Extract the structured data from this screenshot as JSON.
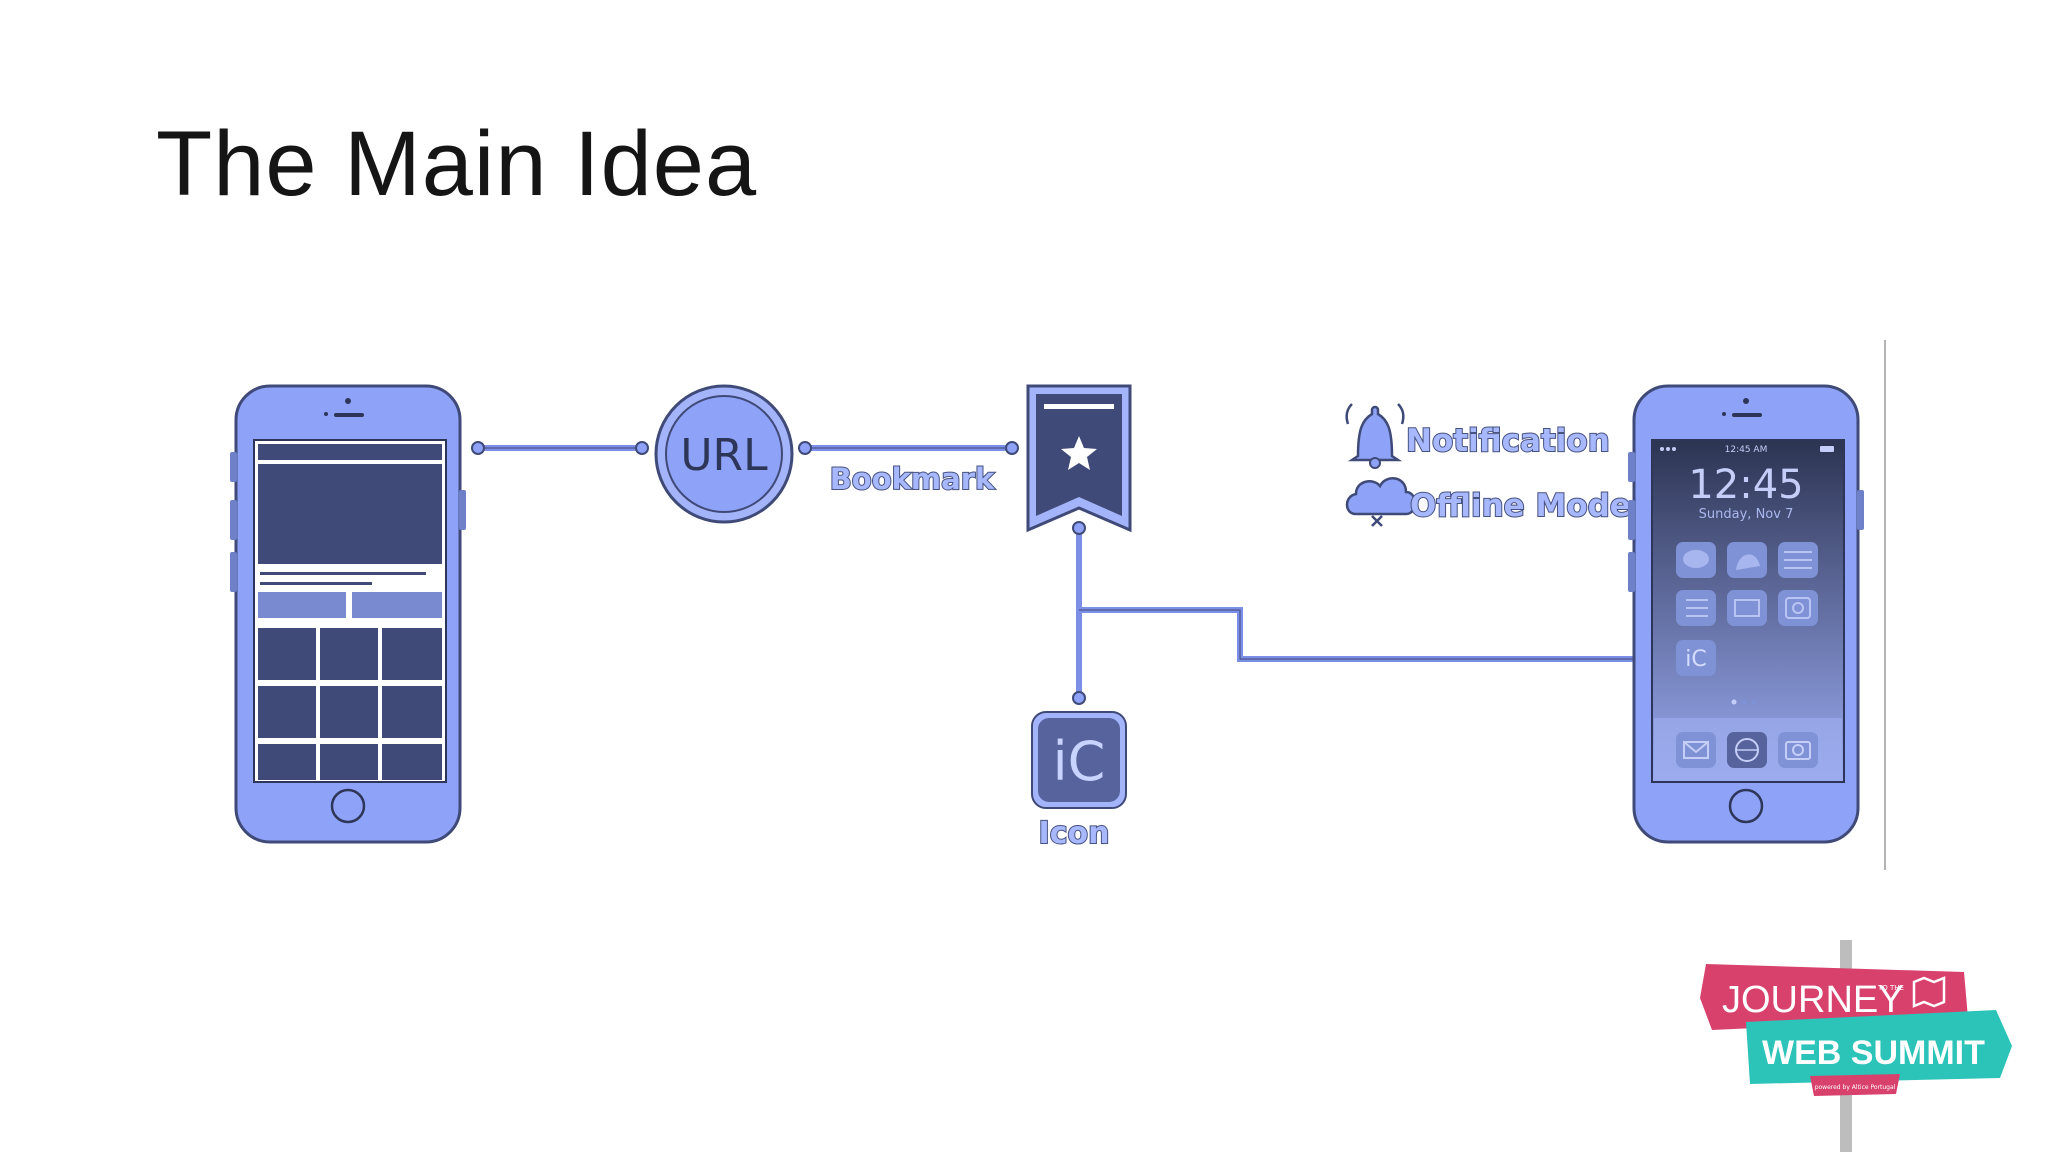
{
  "slide": {
    "title": "The Main Idea"
  },
  "diagram": {
    "url_label": "URL",
    "bookmark_label": "Bookmark",
    "icon_label": "Icon",
    "icon_letters": "iC",
    "features": [
      "Notification",
      "Offline Mode"
    ],
    "lockscreen": {
      "time": "12:45",
      "date": "Sunday, Nov 7",
      "status_time": "12:45 AM"
    }
  },
  "logo": {
    "line1": "JOURNEY",
    "connector": "TO THE",
    "line2": "WEB SUMMIT",
    "tagline": "powered by Altice Portugal"
  },
  "colors": {
    "phone_fill": "#8ea3f7",
    "phone_stroke": "#3f4a78",
    "dark_panel": "#3f4a78",
    "accent_teal": "#2cc3b8",
    "accent_pink": "#d9416d"
  }
}
